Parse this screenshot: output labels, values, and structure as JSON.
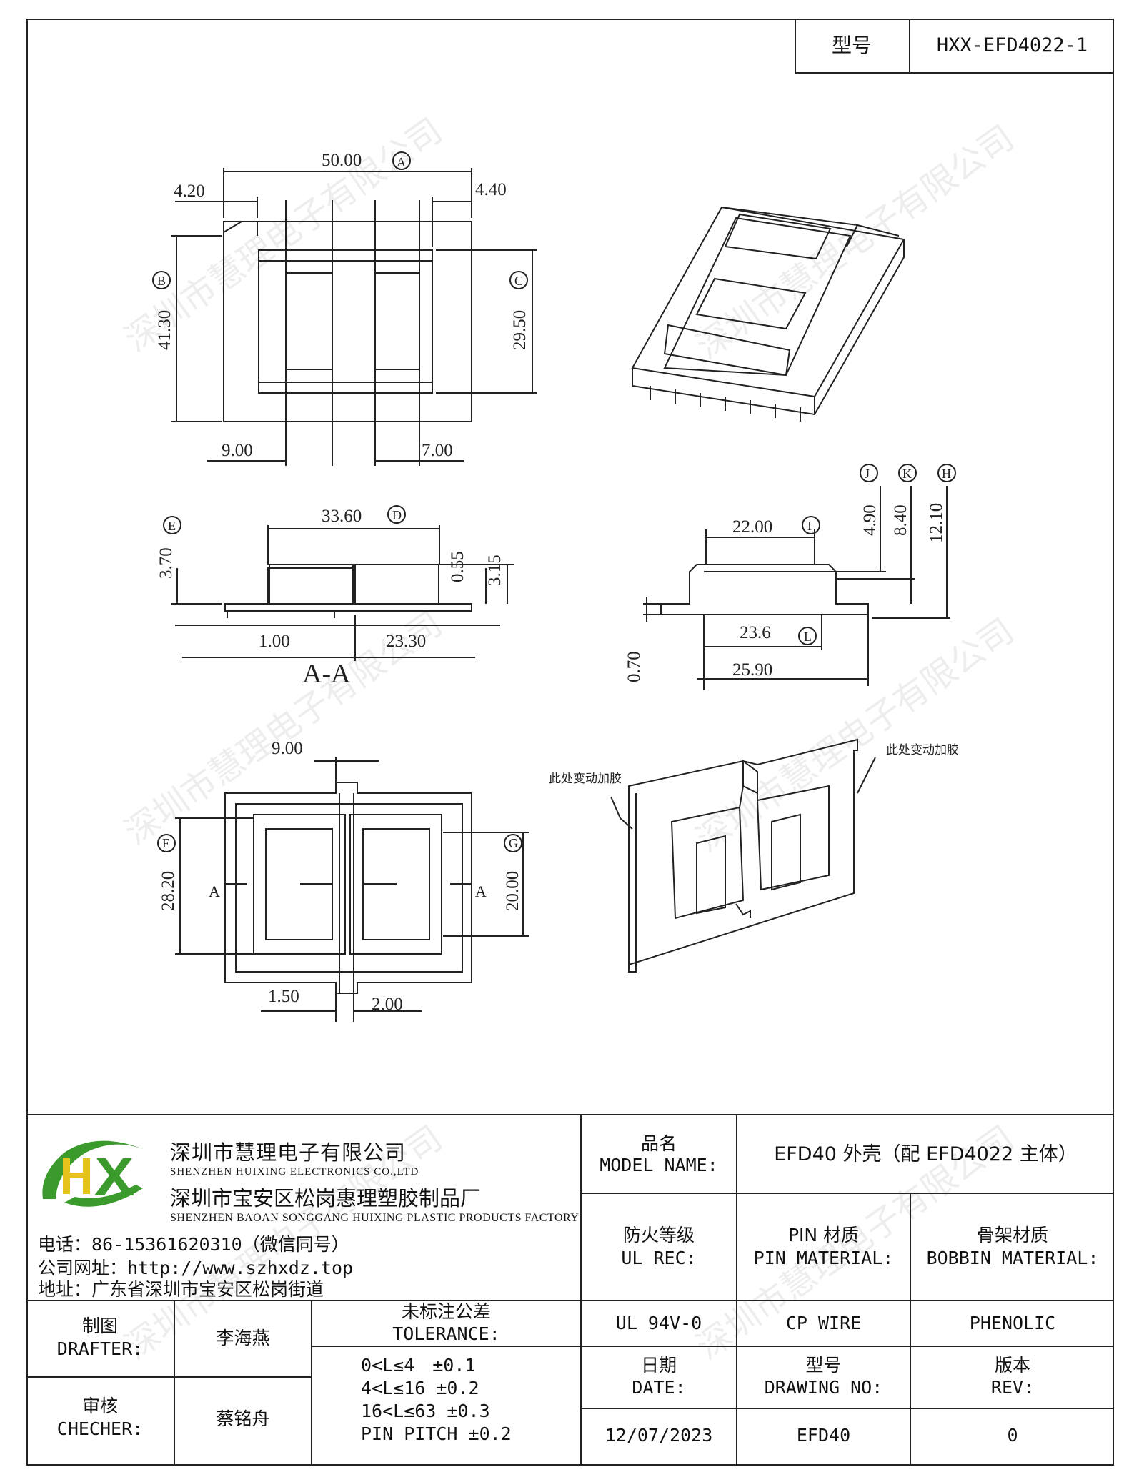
{
  "header": {
    "model_label": "型号",
    "model_value": "HXX-EFD4022-1"
  },
  "dims": {
    "top_view": {
      "width": "50.00",
      "width_ref": "A",
      "left": "4.20",
      "right": "4.40",
      "height": "41.30",
      "height_ref": "B",
      "inner_height": "29.50",
      "inner_height_ref": "C",
      "left_win": "9.00",
      "right_win": "7.00"
    },
    "section": {
      "width": "33.60",
      "width_ref": "D",
      "height": "3.70",
      "height_ref": "E",
      "step": "0.55",
      "step_total": "3.15",
      "base_left": "1.00",
      "base_right": "23.30",
      "label": "A-A"
    },
    "side_view": {
      "j": "4.90",
      "k": "8.40",
      "h": "12.10",
      "top_width": "22.00",
      "top_ref": "I",
      "mid_width": "23.6",
      "mid_ref": "L",
      "base_width": "25.90",
      "base_thick": "0.70",
      "ref_j": "J",
      "ref_k": "K",
      "ref_h": "H"
    },
    "bottom_view": {
      "gap": "9.00",
      "height": "28.20",
      "height_ref": "F",
      "inner_height": "20.00",
      "inner_height_ref": "G",
      "slot_left": "1.50",
      "slot_right": "2.00",
      "section_mark": "A"
    }
  },
  "notes": {
    "glue_change": "此处变动加胶"
  },
  "watermark": "深圳市慧理电子有限公司",
  "company": {
    "logo": "HX",
    "name_cn": "深圳市慧理电子有限公司",
    "name_en": "SHENZHEN HUIXING ELECTRONICS CO.,LTD",
    "factory_cn": "深圳市宝安区松岗惠理塑胶制品厂",
    "factory_en": "SHENZHEN BAOAN SONGGANG HUIXING PLASTIC PRODUCTS FACTORY",
    "phone": "电话：86-15361620310（微信同号）",
    "website": "公司网址：http://www.szhxdz.top",
    "address": "地址：广东省深圳市宝安区松岗街道"
  },
  "title_block": {
    "model_name_label_cn": "品名",
    "model_name_label_en": "MODEL NAME:",
    "model_name_value": "EFD40 外壳（配 EFD4022 主体）",
    "ul_label_cn": "防火等级",
    "ul_label_en": "UL REC:",
    "pin_label_cn": "PIN 材质",
    "pin_label_en": "PIN MATERIAL:",
    "bobbin_label_cn": "骨架材质",
    "bobbin_label_en": "BOBBIN MATERIAL:",
    "ul_value": "UL 94V-0",
    "pin_value": "CP WIRE",
    "bobbin_value": "PHENOLIC",
    "drafter_label_cn": "制图",
    "drafter_label_en": "DRAFTER:",
    "drafter_value": "李海燕",
    "checker_label_cn": "审核",
    "checker_label_en": "CHECHER:",
    "checker_value": "蔡铭舟",
    "tolerance_label_cn": "未标注公差",
    "tolerance_label_en": "TOLERANCE:",
    "tolerances": [
      "0<L≤4　±0.1",
      "4<L≤16 ±0.2",
      "16<L≤63 ±0.3",
      "PIN PITCH ±0.2"
    ],
    "date_label_cn": "日期",
    "date_label_en": "DATE:",
    "drawing_label_cn": "型号",
    "drawing_label_en": "DRAWING NO:",
    "rev_label_cn": "版本",
    "rev_label_en": "REV:",
    "date_value": "12/07/2023",
    "drawing_value": "EFD40",
    "rev_value": "0"
  },
  "colors": {
    "line": "#222222",
    "logo_green": "#3a9a2c",
    "logo_yellow": "#e5c21a"
  }
}
